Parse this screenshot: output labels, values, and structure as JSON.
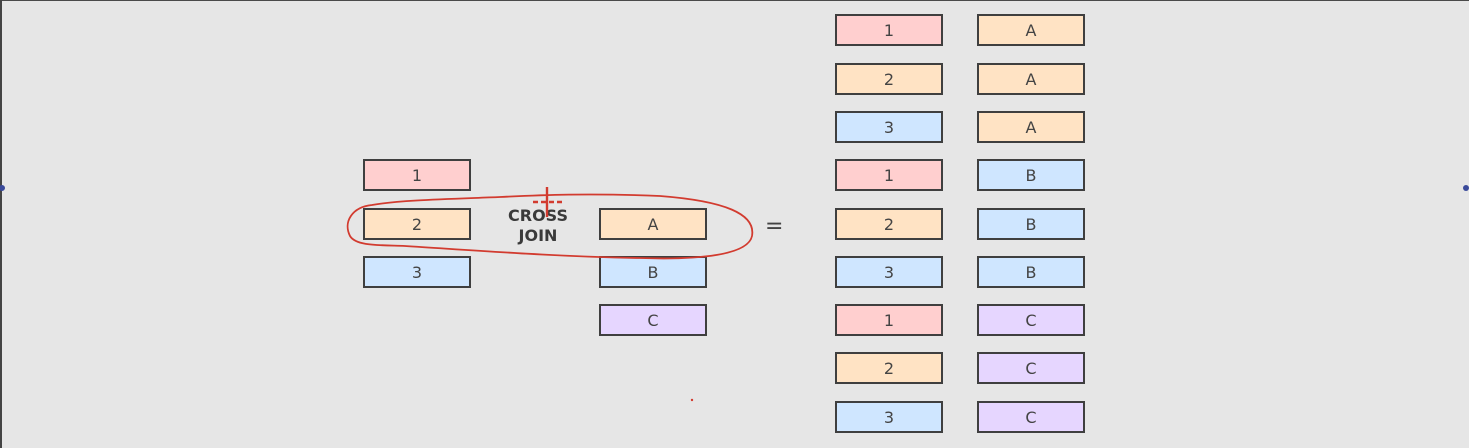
{
  "diagram": {
    "operator_label_line1": "CROSS",
    "operator_label_line2": "JOIN",
    "equals_sign": "=",
    "left_table": [
      "1",
      "2",
      "3"
    ],
    "right_table": [
      "A",
      "B",
      "C"
    ],
    "result_col1": [
      "1",
      "2",
      "3",
      "1",
      "2",
      "3",
      "1",
      "2",
      "3"
    ],
    "result_col2": [
      "A",
      "A",
      "A",
      "B",
      "B",
      "B",
      "C",
      "C",
      "C"
    ],
    "colors": {
      "row_1": "#ffcfcf",
      "row_2": "#ffe3c4",
      "row_3": "#cfe6ff",
      "row_A": "#ffe3c4",
      "row_B": "#cfe6ff",
      "row_C": "#e6d6ff",
      "annotation_ink": "#d23b2f"
    }
  }
}
